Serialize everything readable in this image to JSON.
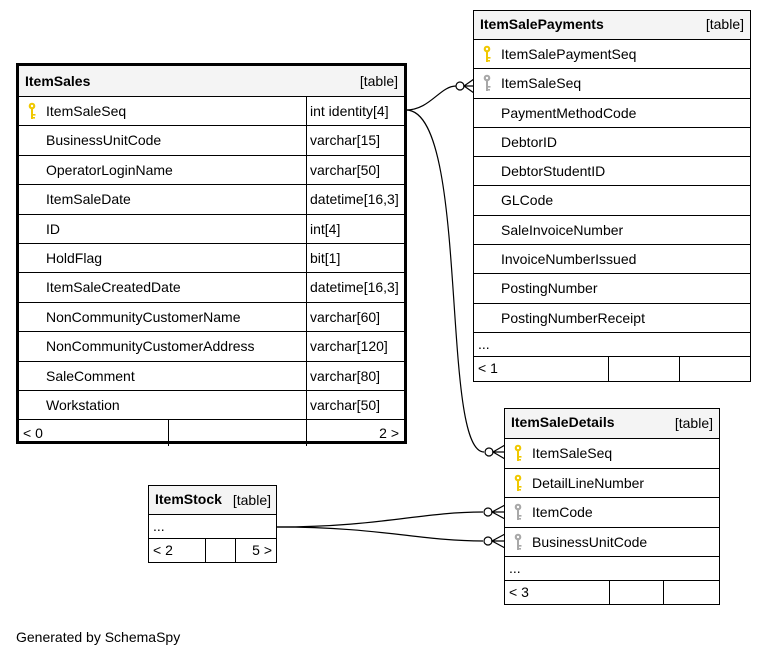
{
  "footer": "Generated by SchemaSpy",
  "colors": {
    "pk_key": "#f0c800",
    "fk_key": "#a8a8a8",
    "header_bg": "#f4f4f4"
  },
  "tables": {
    "item_sales": {
      "name": "ItemSales",
      "kind": "[table]",
      "columns": [
        {
          "name": "ItemSaleSeq",
          "type": "int identity[4]",
          "key": "primary"
        },
        {
          "name": "BusinessUnitCode",
          "type": "varchar[15]",
          "key": ""
        },
        {
          "name": "OperatorLoginName",
          "type": "varchar[50]",
          "key": ""
        },
        {
          "name": "ItemSaleDate",
          "type": "datetime[16,3]",
          "key": ""
        },
        {
          "name": "ID",
          "type": "int[4]",
          "key": ""
        },
        {
          "name": "HoldFlag",
          "type": "bit[1]",
          "key": ""
        },
        {
          "name": "ItemSaleCreatedDate",
          "type": "datetime[16,3]",
          "key": ""
        },
        {
          "name": "NonCommunityCustomerName",
          "type": "varchar[60]",
          "key": ""
        },
        {
          "name": "NonCommunityCustomerAddress",
          "type": "varchar[120]",
          "key": ""
        },
        {
          "name": "SaleComment",
          "type": "varchar[80]",
          "key": ""
        },
        {
          "name": "Workstation",
          "type": "varchar[50]",
          "key": ""
        }
      ],
      "footer": {
        "parents": "< 0",
        "children": "2 >"
      }
    },
    "item_sale_payments": {
      "name": "ItemSalePayments",
      "kind": "[table]",
      "columns": [
        {
          "name": "ItemSalePaymentSeq",
          "key": "primary"
        },
        {
          "name": "ItemSaleSeq",
          "key": "foreign"
        },
        {
          "name": "PaymentMethodCode",
          "key": ""
        },
        {
          "name": "DebtorID",
          "key": ""
        },
        {
          "name": "DebtorStudentID",
          "key": ""
        },
        {
          "name": "GLCode",
          "key": ""
        },
        {
          "name": "SaleInvoiceNumber",
          "key": ""
        },
        {
          "name": "InvoiceNumberIssued",
          "key": ""
        },
        {
          "name": "PostingNumber",
          "key": ""
        },
        {
          "name": "PostingNumberReceipt",
          "key": ""
        }
      ],
      "ellipsis": "...",
      "footer": {
        "parents": "< 1",
        "children": ""
      }
    },
    "item_sale_details": {
      "name": "ItemSaleDetails",
      "kind": "[table]",
      "columns": [
        {
          "name": "ItemSaleSeq",
          "key": "primary"
        },
        {
          "name": "DetailLineNumber",
          "key": "primary"
        },
        {
          "name": "ItemCode",
          "key": "foreign"
        },
        {
          "name": "BusinessUnitCode",
          "key": "foreign"
        }
      ],
      "ellipsis": "...",
      "footer": {
        "parents": "< 3",
        "children": ""
      }
    },
    "item_stock": {
      "name": "ItemStock",
      "kind": "[table]",
      "ellipsis": "...",
      "footer": {
        "parents": "< 2",
        "children": "5 >"
      }
    }
  },
  "relationships": [
    {
      "from": "ItemSales",
      "to": "ItemSalePayments.ItemSaleSeq"
    },
    {
      "from": "ItemSales",
      "to": "ItemSaleDetails.ItemSaleSeq"
    },
    {
      "from": "ItemStock",
      "to": "ItemSaleDetails.ItemCode"
    },
    {
      "from": "ItemStock",
      "to": "ItemSaleDetails.BusinessUnitCode"
    }
  ]
}
